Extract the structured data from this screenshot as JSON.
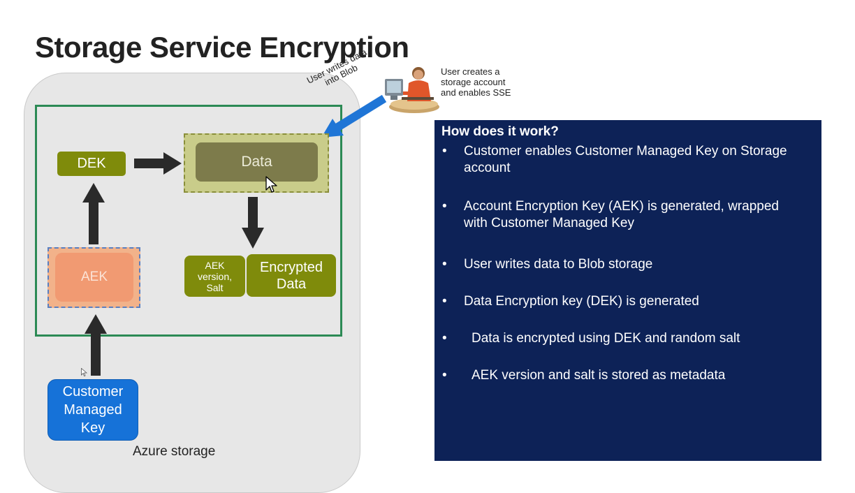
{
  "slide": {
    "title": "Storage Service Encryption"
  },
  "diagram": {
    "storage_label": "Azure storage",
    "dek_label": "DEK",
    "data_label": "Data",
    "aek_label": "AEK",
    "meta_lines": [
      "AEK",
      "version,",
      "Salt"
    ],
    "encrypted_lines": [
      "Encrypted",
      "Data"
    ],
    "cmk_lines": [
      "Customer",
      "Managed",
      "Key"
    ],
    "user_writes_lines": [
      "User writes data",
      "into Blob"
    ],
    "user_creates_lines": [
      "User creates a",
      "storage account",
      "and enables SSE"
    ]
  },
  "info": {
    "heading": "How does it work?",
    "bullet_symbol": "•",
    "bullets": [
      "Customer enables Customer Managed Key on Storage account",
      "Account Encryption Key (AEK) is generated, wrapped with Customer Managed Key",
      "User writes data to Blob storage",
      "Data Encryption key (DEK) is generated",
      "Data is encrypted using DEK and random salt",
      "AEK version and salt is stored as metadata"
    ]
  },
  "colors": {
    "olive": "#7f8b0b",
    "frame_green": "#2c8a55",
    "panel_navy": "#0d2257",
    "cmk_blue": "#1672d8",
    "arrow_blue": "#1f75d6",
    "aek_salmon": "#f19a72"
  },
  "icons": [
    "person-at-computer-icon",
    "mouse-cursor-icon"
  ]
}
